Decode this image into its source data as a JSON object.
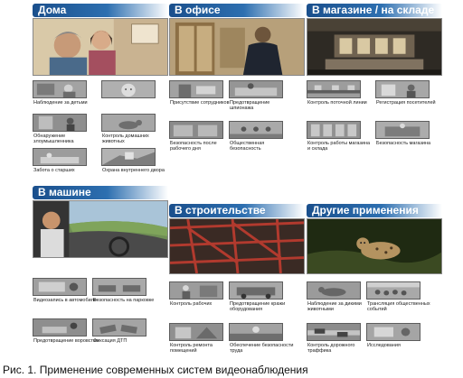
{
  "figure": {
    "caption": "Рис. 1. Применение современных систем видеонаблюдения"
  },
  "panels": [
    {
      "title": "Дома",
      "scene": "elderly-people-at-home",
      "thumbs": [
        {
          "label": "Наблюдение за детьми",
          "scene": "children-monitoring"
        },
        {
          "label": "",
          "scene": "baby-face"
        },
        {
          "label": "Обнаружение злоумышленника",
          "scene": "intruder"
        },
        {
          "label": "Контроль домашних животных",
          "scene": "pets"
        },
        {
          "label": "Забота о старших",
          "scene": "elderly-care"
        },
        {
          "label": "Охрана внутреннего двора",
          "scene": "courtyard"
        }
      ]
    },
    {
      "title": "В офисе",
      "scene": "office-worker",
      "thumbs": [
        {
          "label": "Присутствие сотрудников",
          "scene": "staff-presence"
        },
        {
          "label": "Предотвращение шпионажа",
          "scene": "espionage"
        },
        {
          "label": "Безопасность после рабочего дня",
          "scene": "after-hours"
        },
        {
          "label": "Общественная безопасность",
          "scene": "public-safety"
        }
      ]
    },
    {
      "title": "В магазине / на складе",
      "scene": "shop-interior",
      "thumbs": [
        {
          "label": "Контроль поточной линии",
          "scene": "production-line"
        },
        {
          "label": "Регистрация посетителей",
          "scene": "visitors"
        },
        {
          "label": "Контроль работы магазина и склада",
          "scene": "warehouse"
        },
        {
          "label": "Безопасность магазина",
          "scene": "shop-security"
        }
      ]
    },
    {
      "title": "В машине",
      "scene": "driver-in-car",
      "thumbs": [
        {
          "label": "Видеозапись в автомобиле",
          "scene": "in-car-video"
        },
        {
          "label": "Безопасность на парковке",
          "scene": "parking"
        },
        {
          "label": "Предотвращение воровства",
          "scene": "theft"
        },
        {
          "label": "Фиксация ДТП",
          "scene": "accident"
        }
      ]
    },
    {
      "title": "В строительстве",
      "scene": "steel-frame",
      "thumbs": [
        {
          "label": "Контроль рабочих",
          "scene": "workers"
        },
        {
          "label": "Предотвращение кражи оборудования",
          "scene": "equipment"
        },
        {
          "label": "Контроль ремонта помещений",
          "scene": "renovation"
        },
        {
          "label": "Обеспечение безопасности труда",
          "scene": "work-safety"
        }
      ]
    },
    {
      "title": "Другие применения",
      "scene": "wild-cat",
      "thumbs": [
        {
          "label": "Наблюдение за дикими животными",
          "scene": "wildlife"
        },
        {
          "label": "Трансляция общественных событий",
          "scene": "events"
        },
        {
          "label": "Контроль дорожного траффика",
          "scene": "traffic"
        },
        {
          "label": "Исследования",
          "scene": "research"
        }
      ]
    }
  ]
}
